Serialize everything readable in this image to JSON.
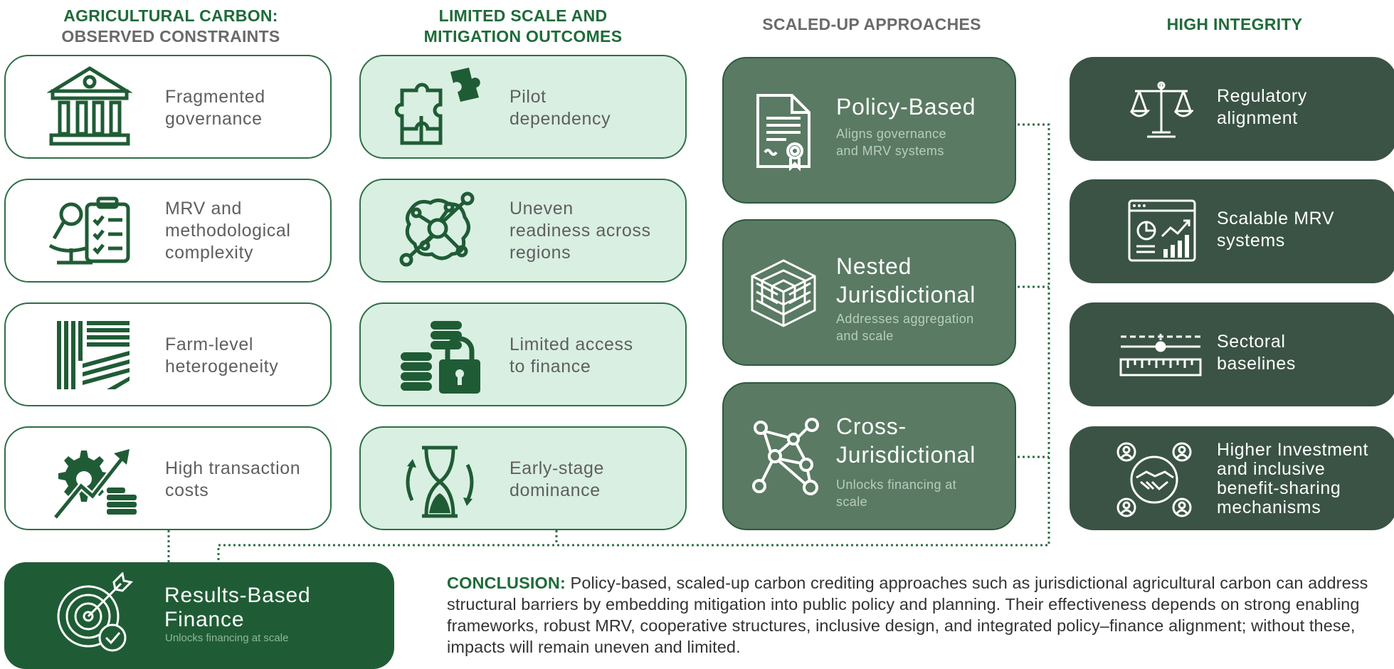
{
  "headers": {
    "col1_line1": "AGRICULTURAL CARBON:",
    "col1_line2": "OBSERVED CONSTRAINTS",
    "col2_line1": "LIMITED SCALE AND",
    "col2_line2": "MITIGATION OUTCOMES",
    "col3": "SCALED-UP APPROACHES",
    "col4": "HIGH INTEGRITY"
  },
  "constraints": [
    {
      "icon": "institution-icon",
      "line1": "Fragmented",
      "line2": "governance"
    },
    {
      "icon": "microscope-clipboard-icon",
      "line1": "MRV and",
      "line2": "methodological",
      "line3": "complexity"
    },
    {
      "icon": "farm-fields-icon",
      "line1": "Farm-level",
      "line2": "heterogeneity"
    },
    {
      "icon": "gear-growth-coins-icon",
      "line1": "High transaction",
      "line2": "costs"
    }
  ],
  "outcomes": [
    {
      "icon": "puzzle-icon",
      "line1": "Pilot",
      "line2": "dependency"
    },
    {
      "icon": "network-map-icon",
      "line1": "Uneven",
      "line2": "readiness across",
      "line3": "regions"
    },
    {
      "icon": "coins-lock-icon",
      "line1": "Limited access",
      "line2": "to finance"
    },
    {
      "icon": "hourglass-icon",
      "line1": "Early-stage",
      "line2": "dominance"
    }
  ],
  "approaches": [
    {
      "icon": "certificate-document-icon",
      "title1": "Policy-Based",
      "sub1": "Aligns governance",
      "sub2": "and MRV systems"
    },
    {
      "icon": "nested-cubes-icon",
      "title1": "Nested",
      "title2": "Jurisdictional",
      "sub1": "Addresses aggregation",
      "sub2": "and scale"
    },
    {
      "icon": "network-nodes-icon",
      "title1": "Cross-",
      "title2": "Jurisdictional",
      "sub1": "Unlocks financing at",
      "sub2": "scale"
    }
  ],
  "integrity": [
    {
      "icon": "scales-icon",
      "line1": "Regulatory",
      "line2": "alignment"
    },
    {
      "icon": "dashboard-chart-icon",
      "line1": "Scalable MRV",
      "line2": "systems"
    },
    {
      "icon": "slider-ruler-icon",
      "line1": "Sectoral",
      "line2": "baselines"
    },
    {
      "icon": "handshake-people-icon",
      "line1": "Higher Investment",
      "line2": "and inclusive",
      "line3": "benefit-sharing",
      "line4": "mechanisms"
    }
  ],
  "results_based_finance": {
    "icon": "target-arrow-check-icon",
    "title1": "Results-Based",
    "title2": "Finance",
    "sub": "Unlocks financing at scale"
  },
  "conclusion": {
    "label": "CONCLUSION:",
    "text": "Policy-based, scaled-up carbon crediting approaches such as jurisdictional agricultural carbon can address structural barriers by embedding mitigation into public policy and planning. Their effectiveness depends on strong enabling frameworks, robust MRV, cooperative structures, inclusive design, and integrated policy–finance alignment; without these, impacts will remain uneven and limited."
  },
  "colors": {
    "dark_green": "#1f5c35",
    "header_green": "#1f6b3a",
    "mint": "#d9efe2",
    "sage": "#5a7a63",
    "forest": "#3a5344",
    "grey_text": "#5f5f5f"
  }
}
